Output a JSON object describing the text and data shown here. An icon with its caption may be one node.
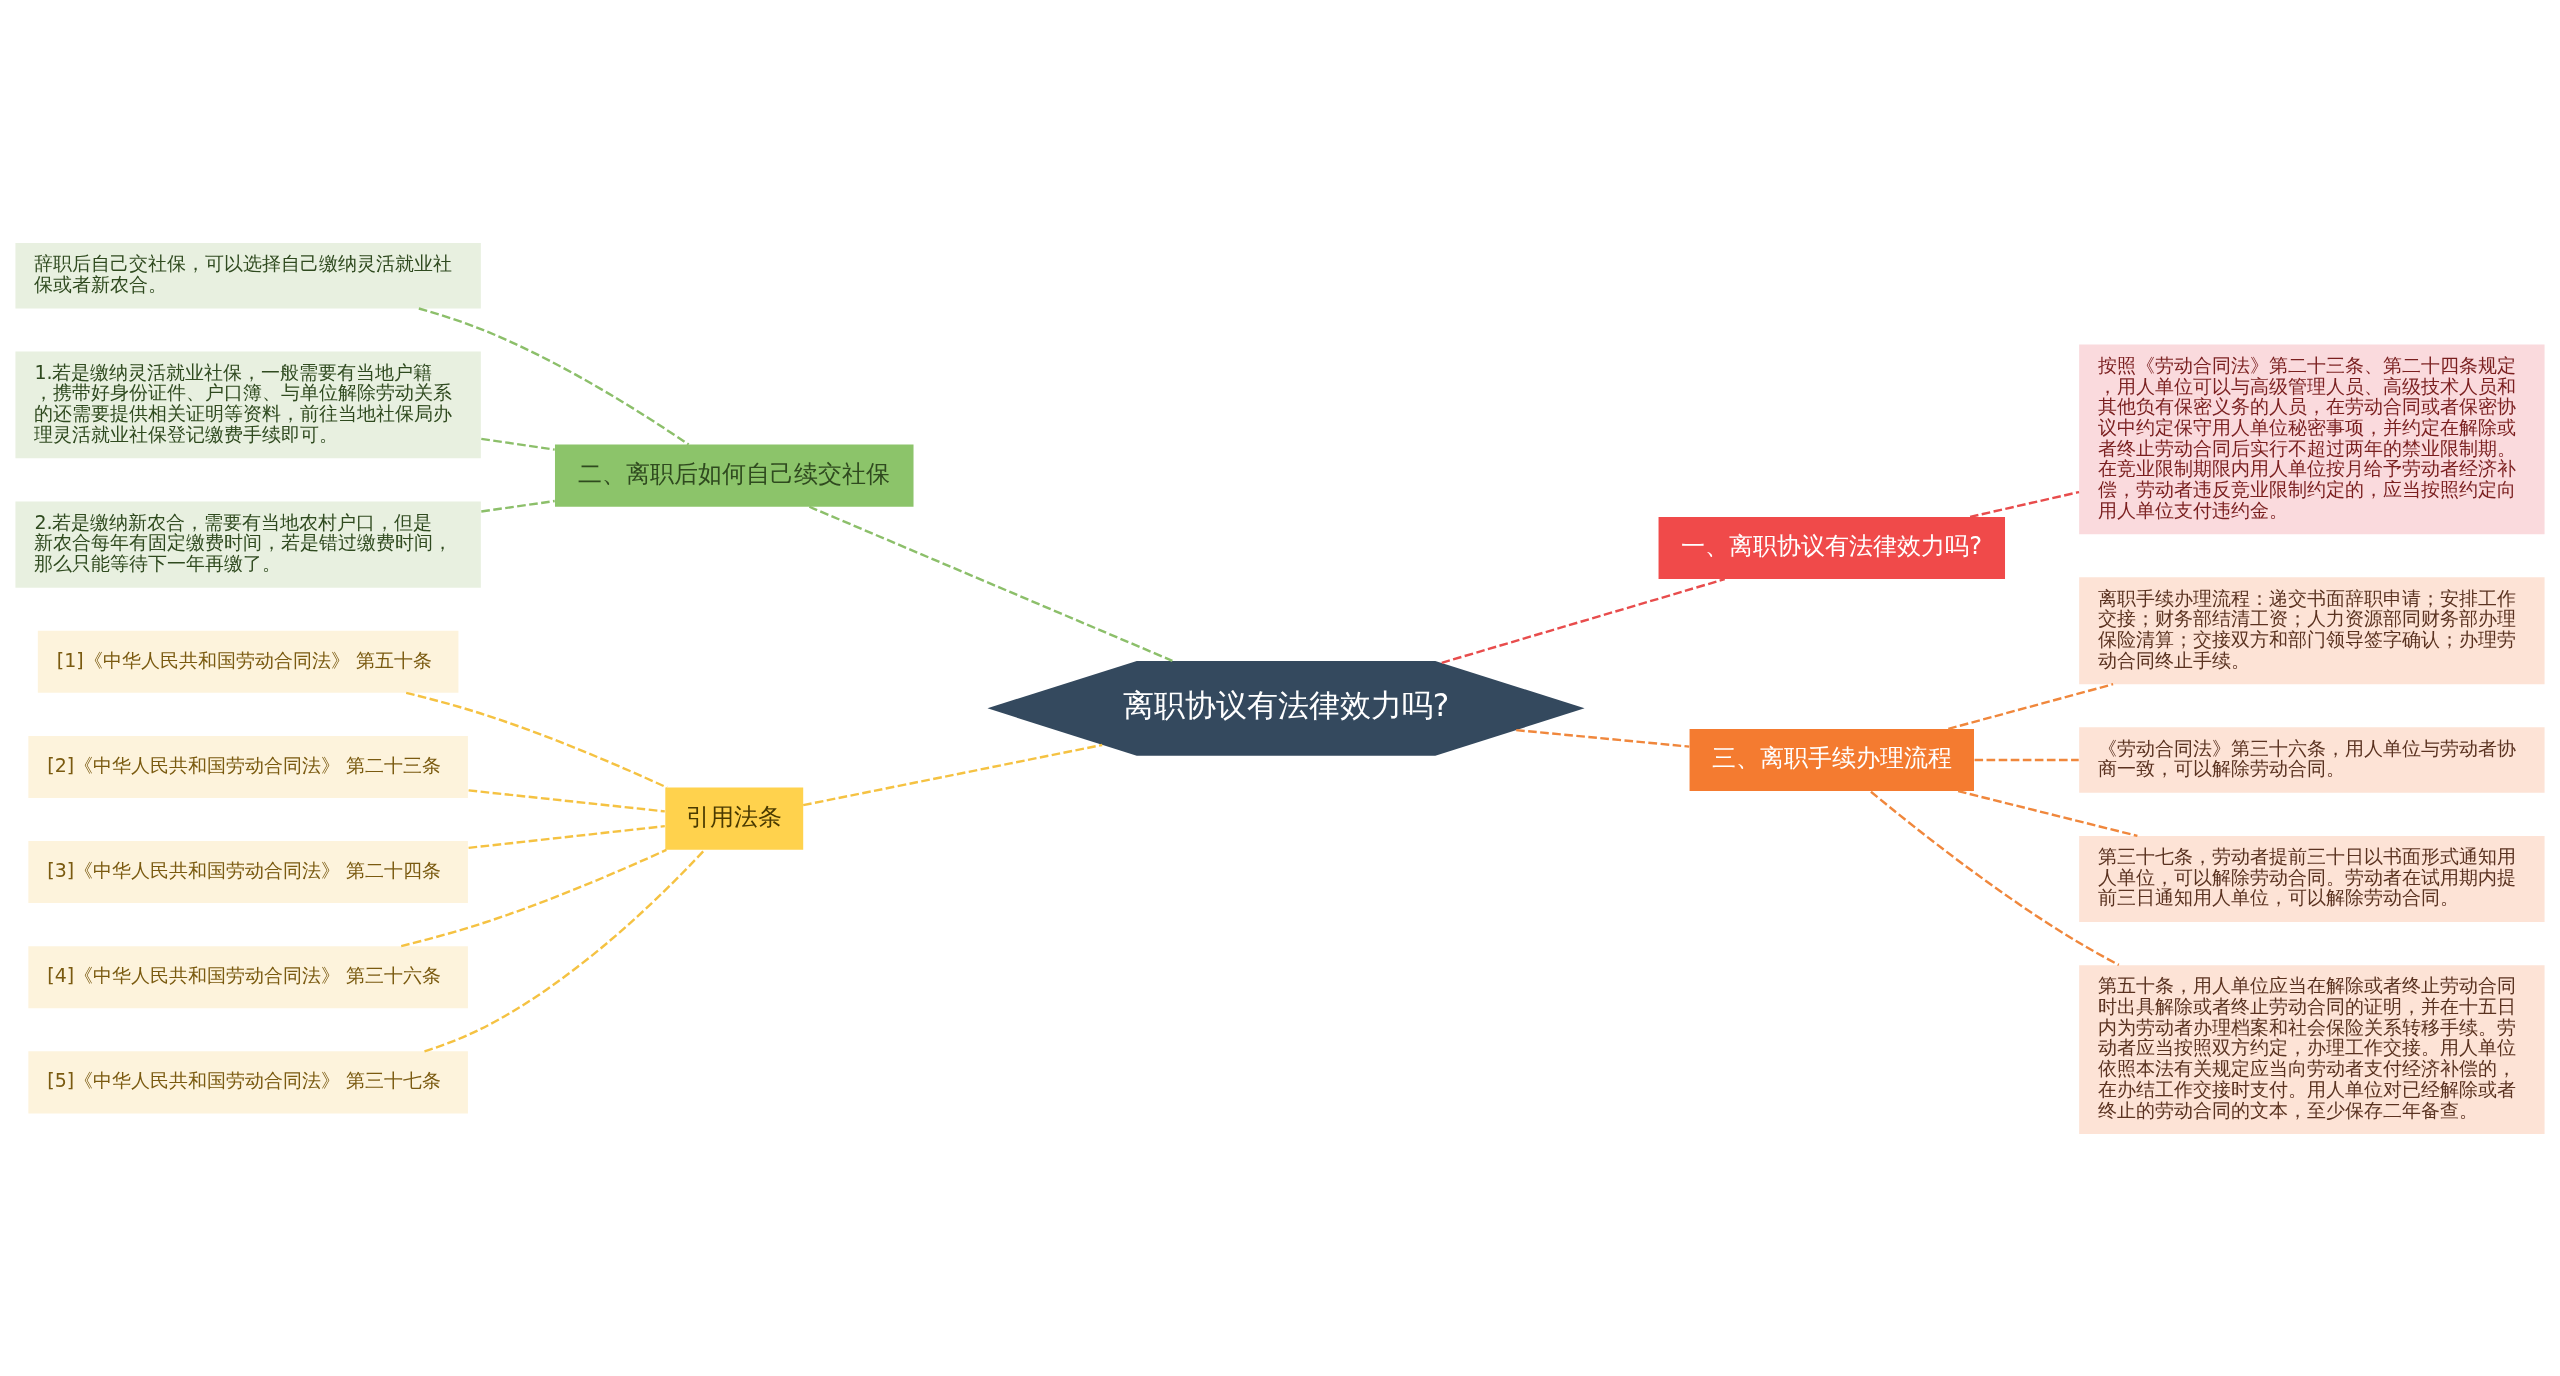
{
  "diagram": {
    "nodes": [
      {
        "text": [
          "离职协议有法律效力吗?"
        ]
      },
      {
        "text": [
          "一、离职协议有法律效力吗?"
        ]
      },
      {
        "text": [
          "按照《劳动合同法》第二十三条、第二十四条规定，用人单位可以与高级管理人员、高级技术人员和其他负有保密义务的人员，在劳动合同或者保密协议中约定保守用人单位秘密事项，并约定在解除或者终止劳动合同后实行不超过两年的禁业限制期。在竞业限制期限内用人单位按月给予劳动者经济补偿，劳动者违反竞业限制约定的，应当按照约定向用人单位支付违约金。"
        ]
      },
      {
        "text": [
          "三、离职手续办理流程"
        ]
      },
      {
        "text": [
          "离职手续办理流程：递交书面辞职申请；安排工作交接；财务部结清工资；人力资源部同财务部办理保险清算；交接双方和部门领导签字确认；办理劳动合同终止手续。"
        ]
      },
      {
        "text": [
          "《劳动合同法》第三十六条，用人单位与劳动者协商一致，可以解除劳动合同。"
        ]
      },
      {
        "text": [
          "第三十七条，劳动者提前三十日以书面形式通知用人单位，可以解除劳动合同。劳动者在试用期内提前三日通知用人单位，可以解除劳动合同。"
        ]
      },
      {
        "text": [
          "第五十条，用人单位应当在解除或者终止劳动合同时出具解除或者终止劳动合同的证明，并在十五日内为劳动者办理档案和社会保险关系转移手续。劳动者应当按照双方约定，办理工作交接。用人单位依照本法有关规定应当向劳动者支付经济补偿的，在办结工作交接时支付。用人单位对已经解除或者终止的劳动合同的文本，至少保存二年备查。"
        ]
      },
      {
        "text": [
          "二、离职后如何自己续交社保"
        ]
      },
      {
        "text": [
          "辞职后自己交社保，可以选择自己缴纳灵活就业社保或者新农合。"
        ]
      },
      {
        "text": [
          "1.若是缴纳灵活就业社保，一般需要有当地户籍，携带好身份证件、户口簿、与单位解除劳动关系的还需要提供相关证明等资料，前往当地社保局办理灵活就业社保登记缴费手续即可。"
        ]
      },
      {
        "text": [
          "2.若是缴纳新农合，需要有当地农村户口，但是新农合每年有固定缴费时间，若是错过缴费时间，那么只能等待下一年再缴了。"
        ]
      },
      {
        "text": [
          "引用法条"
        ]
      },
      {
        "text": [
          "[1]《中华人民共和国劳动合同法》 第五十条"
        ]
      },
      {
        "text": [
          "[2]《中华人民共和国劳动合同法》 第二十三条"
        ]
      },
      {
        "text": [
          "[3]《中华人民共和国劳动合同法》 第二十四条"
        ]
      },
      {
        "text": [
          "[4]《中华人民共和国劳动合同法》 第三十六条"
        ]
      },
      {
        "text": [
          "[5]《中华人民共和国劳动合同法》 第三十七条"
        ]
      }
    ],
    "edges": [
      {
        "from": 0,
        "to": 1,
        "arrow": "none",
        "style": "dashed",
        "color": "#e84c4c"
      },
      {
        "from": 1,
        "to": 2,
        "arrow": "none",
        "style": "dashed",
        "color": "#e84c4c"
      },
      {
        "from": 0,
        "to": 3,
        "arrow": "none",
        "style": "dashed",
        "color": "#f0873c"
      },
      {
        "from": 3,
        "to": 4,
        "arrow": "none",
        "style": "dashed",
        "color": "#f0873c"
      },
      {
        "from": 3,
        "to": 5,
        "arrow": "none",
        "style": "dashed",
        "color": "#f0873c"
      },
      {
        "from": 3,
        "to": 6,
        "arrow": "none",
        "style": "dashed",
        "color": "#f0873c"
      },
      {
        "from": 3,
        "to": 7,
        "arrow": "none",
        "style": "dashed",
        "color": "#f0873c"
      },
      {
        "from": 8,
        "to": 0,
        "arrow": "none",
        "style": "dashed",
        "color": "#8cbf6a"
      },
      {
        "from": 9,
        "to": 8,
        "arrow": "none",
        "style": "dashed",
        "color": "#8cbf6a"
      },
      {
        "from": 10,
        "to": 8,
        "arrow": "none",
        "style": "dashed",
        "color": "#8cbf6a"
      },
      {
        "from": 11,
        "to": 8,
        "arrow": "none",
        "style": "dashed",
        "color": "#8cbf6a"
      },
      {
        "from": 12,
        "to": 0,
        "arrow": "none",
        "style": "dashed",
        "color": "#f5c242"
      },
      {
        "from": 13,
        "to": 12,
        "arrow": "none",
        "style": "dashed",
        "color": "#f5c242"
      },
      {
        "from": 14,
        "to": 12,
        "arrow": "none",
        "style": "dashed",
        "color": "#f5c242"
      },
      {
        "from": 15,
        "to": 12,
        "arrow": "none",
        "style": "dashed",
        "color": "#f5c242"
      },
      {
        "from": 16,
        "to": 12,
        "arrow": "none",
        "style": "dashed",
        "color": "#f5c242"
      },
      {
        "from": 17,
        "to": 12,
        "arrow": "none",
        "style": "dashed",
        "color": "#f5c242"
      }
    ]
  }
}
